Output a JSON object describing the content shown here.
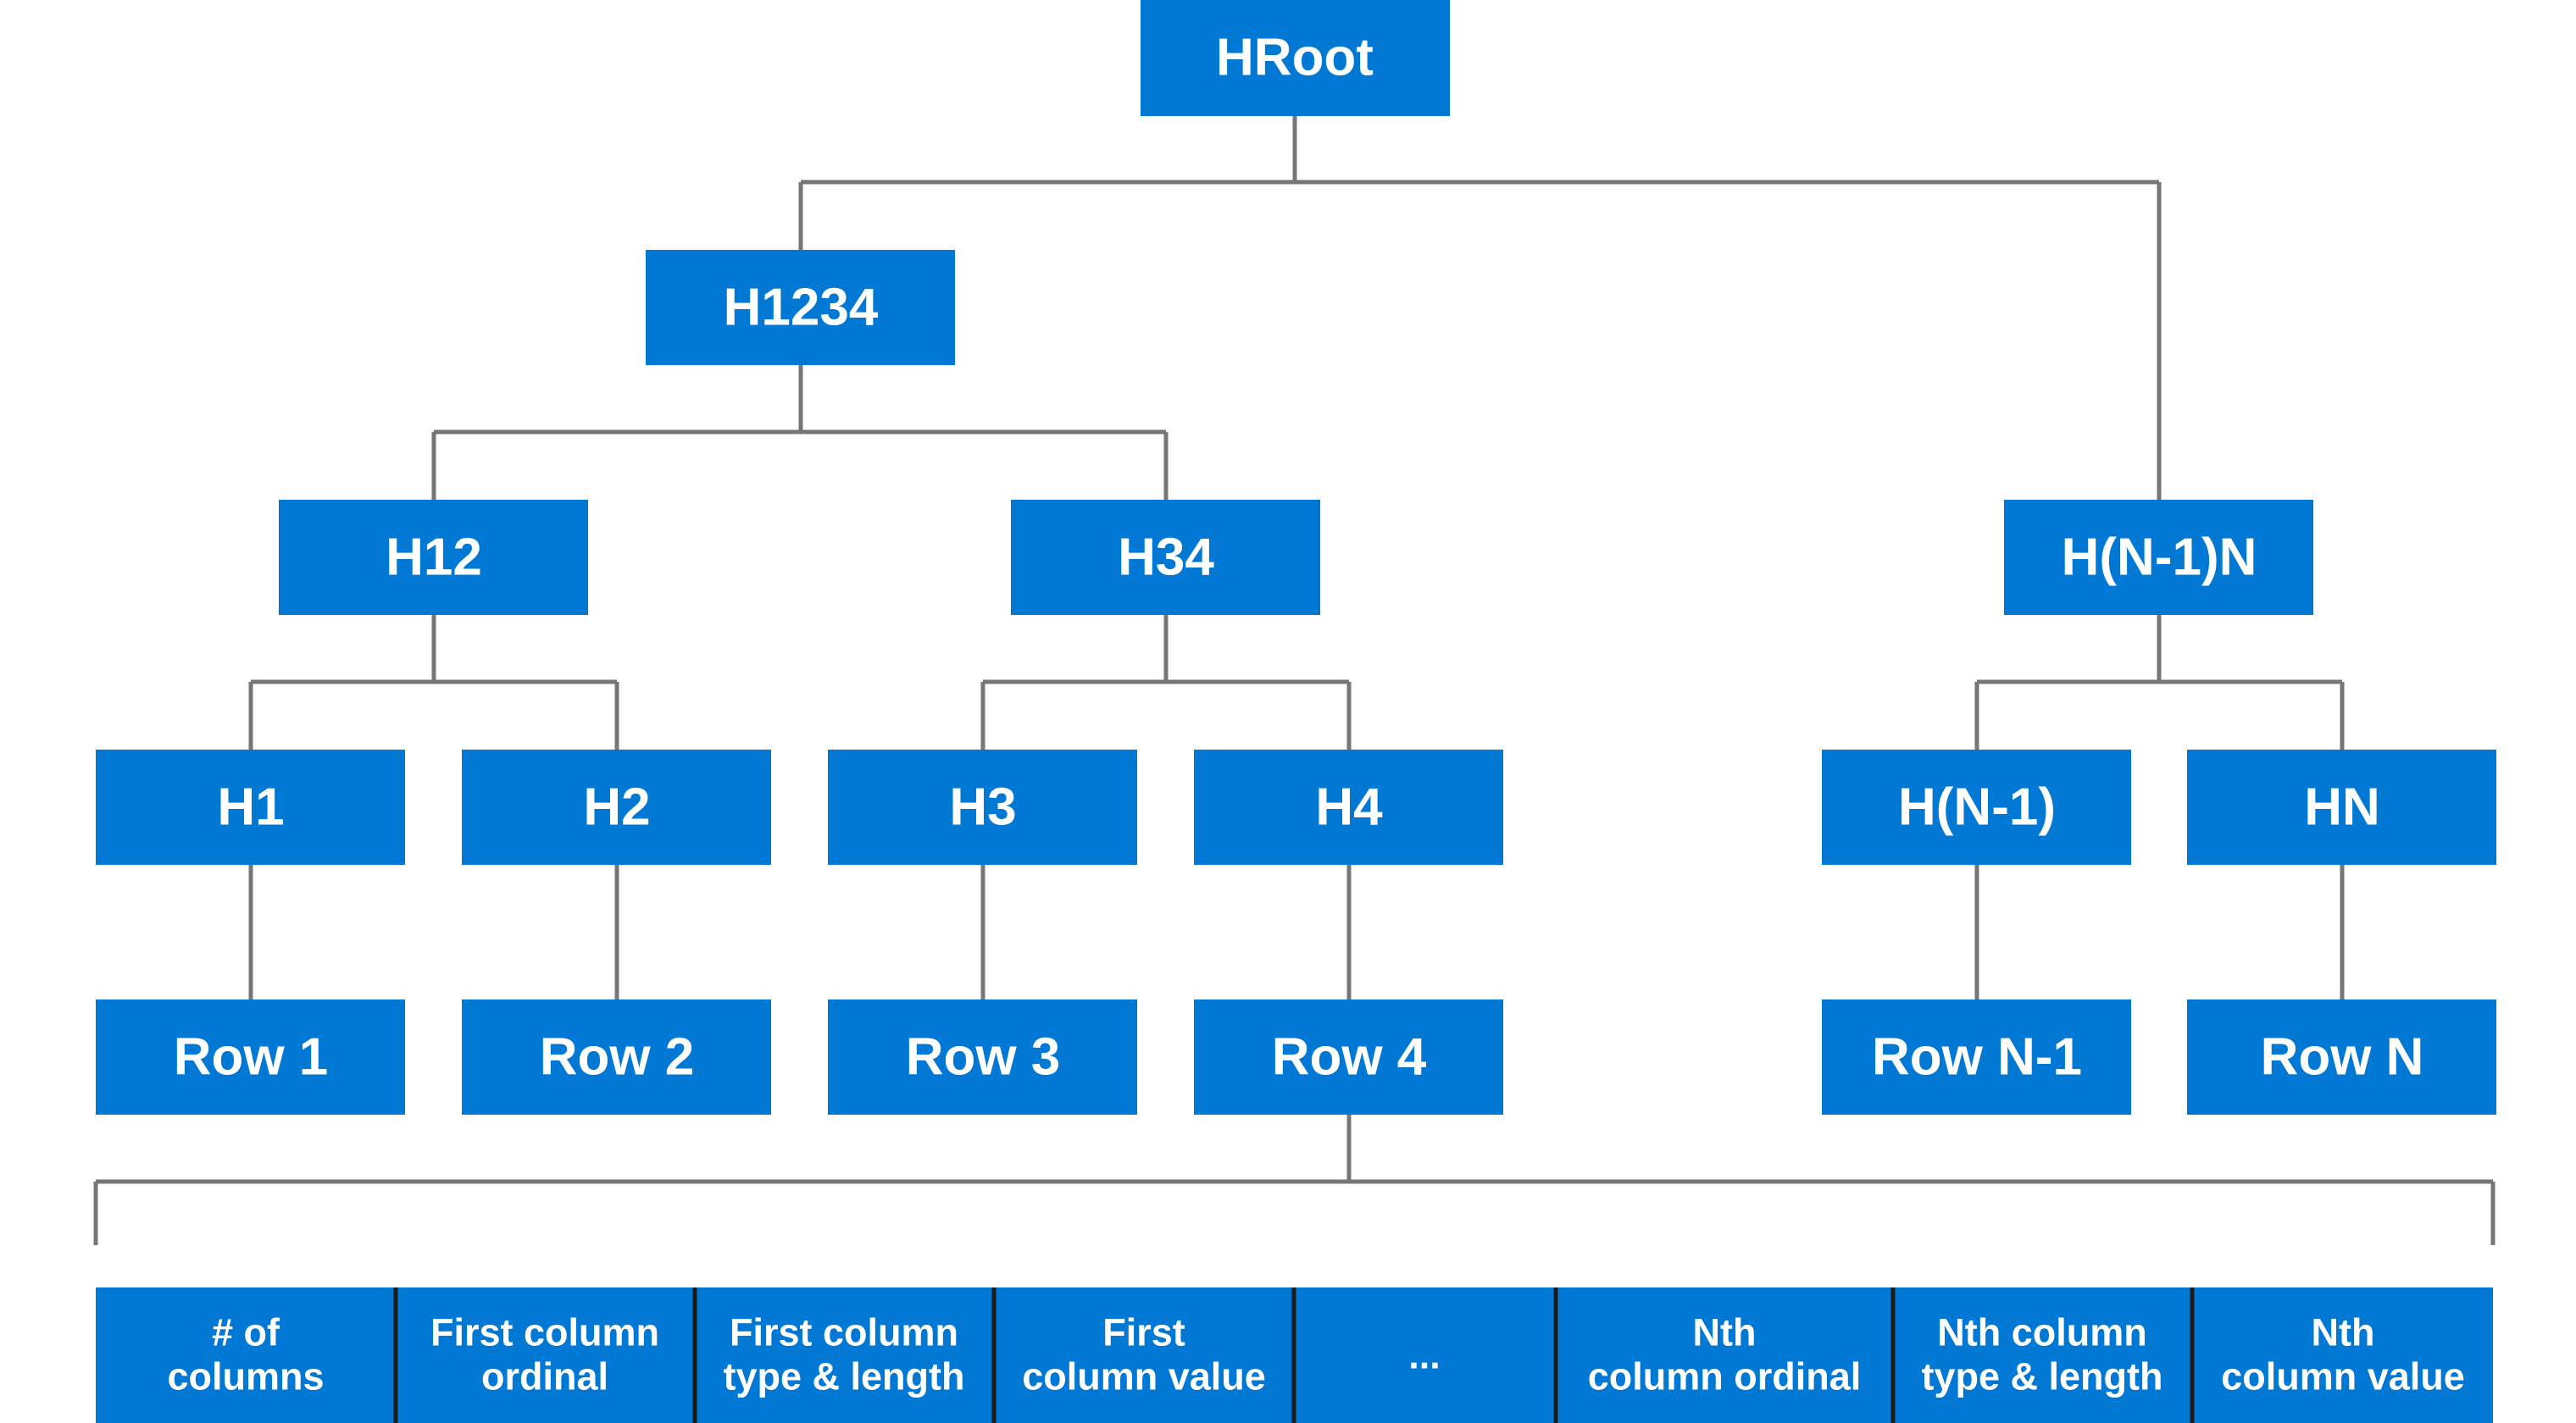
{
  "tree": {
    "root": "HRoot",
    "level1": [
      "H1234",
      "H(N-1)N"
    ],
    "level2": [
      "H12",
      "H34"
    ],
    "level3": [
      "H1",
      "H2",
      "H3",
      "H4",
      "H(N-1)",
      "HN"
    ],
    "rows": [
      "Row 1",
      "Row 2",
      "Row 3",
      "Row 4",
      "Row N-1",
      "Row N"
    ]
  },
  "row_layout": [
    [
      "# of",
      "columns"
    ],
    [
      "First column",
      "ordinal"
    ],
    [
      "First column",
      "type & length"
    ],
    [
      "First",
      "column value"
    ],
    [
      "..."
    ],
    [
      "Nth",
      "column ordinal"
    ],
    [
      "Nth column",
      "type & length"
    ],
    [
      "Nth",
      "column value"
    ]
  ],
  "colors": {
    "box": "#0078d4",
    "line": "#767676",
    "text": "#ffffff"
  }
}
